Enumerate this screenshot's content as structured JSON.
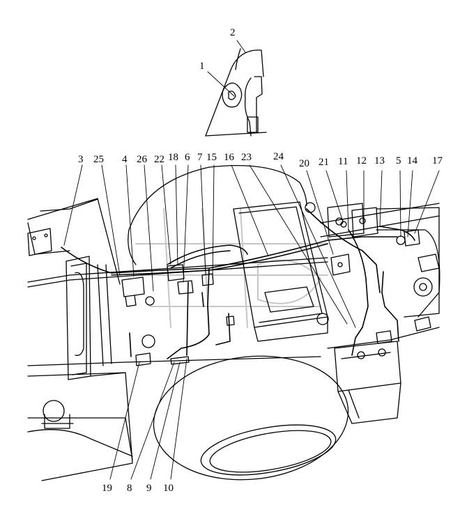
{
  "diagram": {
    "line_color": "#000000",
    "background": "#ffffff",
    "watermark_color": "#b9b9b9",
    "callouts": [
      {
        "id": "c1",
        "label": "1"
      },
      {
        "id": "c2",
        "label": "2"
      },
      {
        "id": "c3",
        "label": "3"
      },
      {
        "id": "c25",
        "label": "25"
      },
      {
        "id": "c4",
        "label": "4"
      },
      {
        "id": "c26",
        "label": "26"
      },
      {
        "id": "c22",
        "label": "22"
      },
      {
        "id": "c18",
        "label": "18"
      },
      {
        "id": "c6",
        "label": "6"
      },
      {
        "id": "c7",
        "label": "7"
      },
      {
        "id": "c15",
        "label": "15"
      },
      {
        "id": "c16",
        "label": "16"
      },
      {
        "id": "c23",
        "label": "23"
      },
      {
        "id": "c24",
        "label": "24"
      },
      {
        "id": "c20",
        "label": "20"
      },
      {
        "id": "c21",
        "label": "21"
      },
      {
        "id": "c11",
        "label": "11"
      },
      {
        "id": "c12",
        "label": "12"
      },
      {
        "id": "c13",
        "label": "13"
      },
      {
        "id": "c5",
        "label": "5"
      },
      {
        "id": "c14",
        "label": "14"
      },
      {
        "id": "c17",
        "label": "17"
      },
      {
        "id": "c19",
        "label": "19"
      },
      {
        "id": "c8",
        "label": "8"
      },
      {
        "id": "c9",
        "label": "9"
      },
      {
        "id": "c10",
        "label": "10"
      }
    ]
  }
}
